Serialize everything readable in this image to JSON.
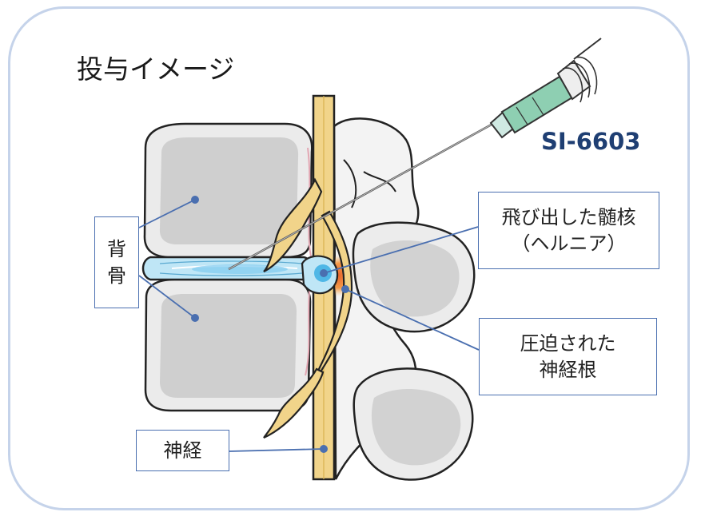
{
  "title": "投与イメージ",
  "drug_label": "SI-6603",
  "labels": {
    "spine": [
      "背",
      "骨"
    ],
    "hernia": [
      "飛び出した髄核",
      "（ヘルニア）"
    ],
    "root": [
      "圧迫された",
      "神経根"
    ],
    "nerve": "神経"
  },
  "colors": {
    "frame": "#c5d3ea",
    "leader_line": "#4a6fb0",
    "drug_label": "#1f3f73",
    "vertebra": "#d2d2d2",
    "disc": "#9fd6ee",
    "nerve": "#f1d48a",
    "compression": "#e8642a",
    "needle_hub": "#8ecfb2"
  }
}
